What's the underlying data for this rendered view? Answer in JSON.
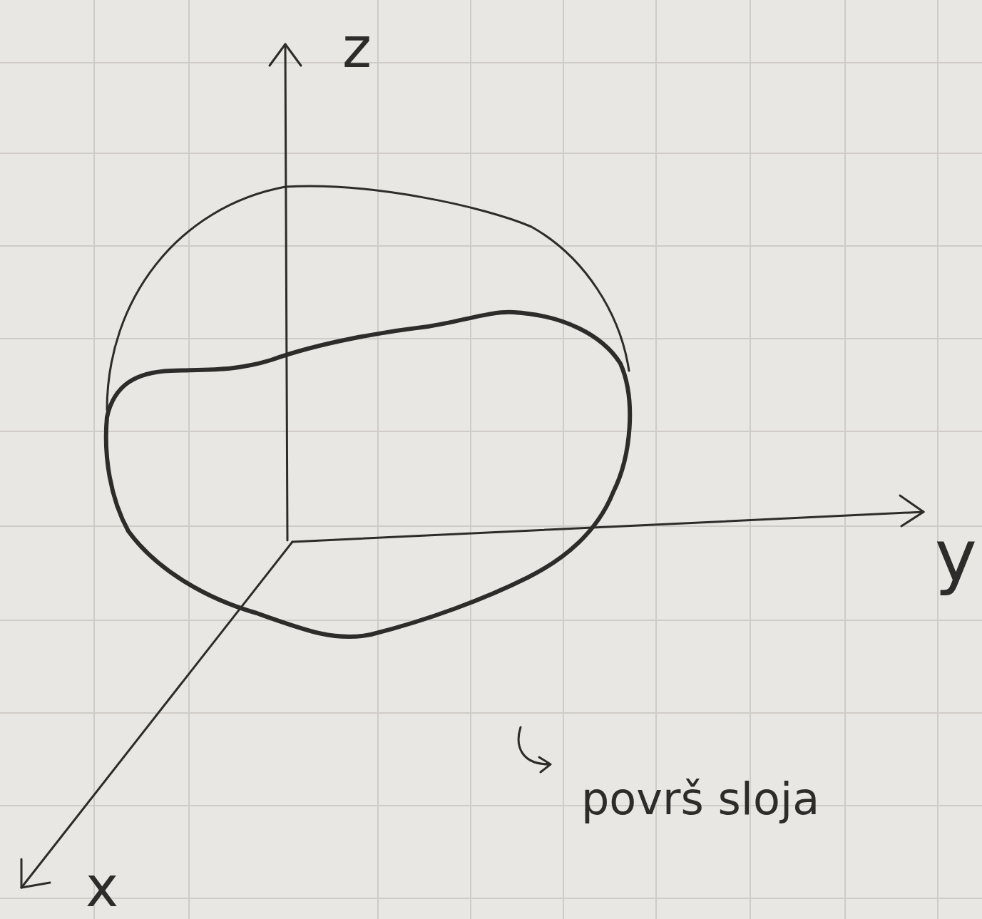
{
  "diagram": {
    "labels": [
      "z",
      "y",
      "x",
      "površ sloja"
    ]
  }
}
